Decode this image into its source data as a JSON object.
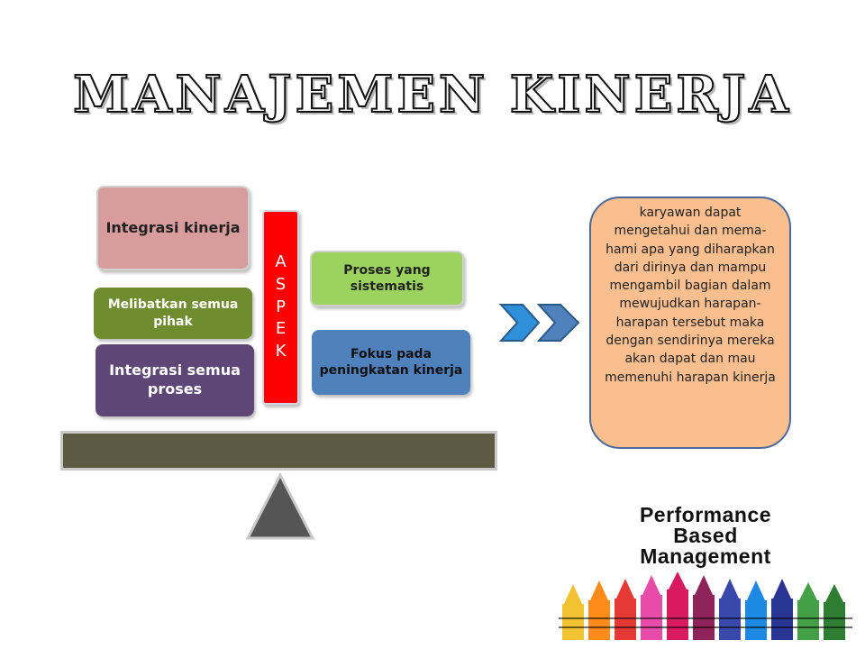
{
  "slide": {
    "title": "MANAJEMEN KINERJA"
  },
  "left_blocks": {
    "integrasi_kinerja": "Integrasi kinerja",
    "melibatkan": "Melibatkan semua pihak",
    "integrasi_proses": "Integrasi semua proses"
  },
  "aspek": {
    "letters": [
      "A",
      "S",
      "P",
      "E",
      "K"
    ]
  },
  "right_blocks": {
    "proses": "Proses yang sistematis",
    "fokus": "Fokus pada peningkatan kinerja"
  },
  "callout": {
    "text": "karyawan dapat mengetahui dan mema-hami apa yang diharapkan dari dirinya dan mampu mengambil bagian dalam mewujudkan harapan-harapan tersebut maka dengan sendirinya mereka akan dapat dan mau memenuhi harapan kinerja"
  },
  "image": {
    "line1": "Performance",
    "line2": "Based",
    "line3": "Management"
  },
  "colors": {
    "aspek": "#ff0000",
    "beam": "#5c5a43",
    "chevron": "#4f81bd",
    "callout": "#fbbf8f"
  }
}
